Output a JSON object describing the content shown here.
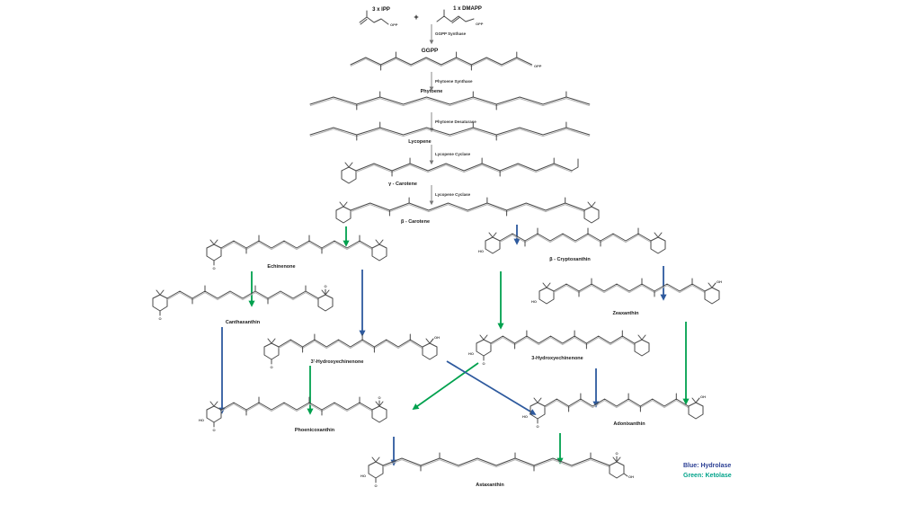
{
  "diagram": {
    "reactants": {
      "ipp_label": "3 x IPP",
      "plus": "+",
      "dmapp_label": "1 x DMAPP"
    },
    "enzymes": {
      "step1": "GGPP Synthase",
      "step2": "Phytoene Synthase",
      "step3": "Phytoene Desaturase",
      "step4": "Lycopene Cyclase",
      "step5": "Lycopene Cyclase"
    },
    "compounds": {
      "ggpp": "GGPP",
      "phytoene": "Phytoene",
      "lycopene": "Lycopene",
      "gamma_carotene": "γ - Carotene",
      "beta_carotene": "β - Carotene",
      "echinenone": "Echinenone",
      "beta_cryptoxanthin": "β - Cryptoxanthin",
      "canthaxanthin": "Canthaxanthin",
      "zeaxanthin": "Zeaxanthin",
      "hydroxyechinenone_3prime": "3'-Hydroxyechinenone",
      "hydroxyechinenone_3": "3-Hydroxyechinenone",
      "phoenicoxanthin": "Phoenicoxanthin",
      "adonixanthin": "Adonixanthin",
      "astaxanthin": "Astaxanthin"
    },
    "structure_labels": {
      "opp": "OPP",
      "ho": "HO",
      "oh": "OH",
      "o": "O"
    },
    "legend": {
      "blue": "Blue: Hydrolase",
      "green": "Green: Ketolase"
    },
    "colors": {
      "blue_arrow": "#2e5a9e",
      "green_arrow": "#00a14e",
      "blue_text": "#2b3f94",
      "green_text": "#00a38a",
      "bond": "#4a4a4a",
      "bond_double": "#b4b4b4",
      "step_arrow": "#8a8a8a"
    },
    "pathway_edges": [
      {
        "from": "3 x IPP + 1 x DMAPP",
        "to": "GGPP",
        "enzyme": "GGPP Synthase",
        "color": "black"
      },
      {
        "from": "GGPP",
        "to": "Phytoene",
        "enzyme": "Phytoene Synthase",
        "color": "black"
      },
      {
        "from": "Phytoene",
        "to": "Lycopene",
        "enzyme": "Phytoene Desaturase",
        "color": "black"
      },
      {
        "from": "Lycopene",
        "to": "γ - Carotene",
        "enzyme": "Lycopene Cyclase",
        "color": "black"
      },
      {
        "from": "γ - Carotene",
        "to": "β - Carotene",
        "enzyme": "Lycopene Cyclase",
        "color": "black"
      },
      {
        "from": "β - Carotene",
        "to": "Echinenone",
        "enzyme": "Ketolase",
        "color": "green"
      },
      {
        "from": "β - Carotene",
        "to": "β - Cryptoxanthin",
        "enzyme": "Hydrolase",
        "color": "blue"
      },
      {
        "from": "Echinenone",
        "to": "Canthaxanthin",
        "enzyme": "Ketolase",
        "color": "green"
      },
      {
        "from": "Echinenone",
        "to": "3'-Hydroxyechinenone",
        "enzyme": "Hydrolase",
        "color": "blue"
      },
      {
        "from": "β - Cryptoxanthin",
        "to": "3-Hydroxyechinenone",
        "enzyme": "Ketolase",
        "color": "green"
      },
      {
        "from": "β - Cryptoxanthin",
        "to": "Zeaxanthin",
        "enzyme": "Hydrolase",
        "color": "blue"
      },
      {
        "from": "Canthaxanthin",
        "to": "Phoenicoxanthin",
        "enzyme": "Hydrolase",
        "color": "blue"
      },
      {
        "from": "3'-Hydroxyechinenone",
        "to": "Phoenicoxanthin",
        "enzyme": "Ketolase",
        "color": "green"
      },
      {
        "from": "3'-Hydroxyechinenone",
        "to": "Adonixanthin",
        "enzyme": "Hydrolase",
        "color": "blue"
      },
      {
        "from": "3-Hydroxyechinenone",
        "to": "Phoenicoxanthin",
        "enzyme": "Ketolase",
        "color": "green"
      },
      {
        "from": "3-Hydroxyechinenone",
        "to": "Adonixanthin",
        "enzyme": "Hydrolase",
        "color": "blue"
      },
      {
        "from": "Zeaxanthin",
        "to": "Adonixanthin",
        "enzyme": "Ketolase",
        "color": "green"
      },
      {
        "from": "Phoenicoxanthin",
        "to": "Astaxanthin",
        "enzyme": "Hydrolase",
        "color": "blue"
      },
      {
        "from": "Adonixanthin",
        "to": "Astaxanthin",
        "enzyme": "Ketolase",
        "color": "green"
      }
    ]
  }
}
